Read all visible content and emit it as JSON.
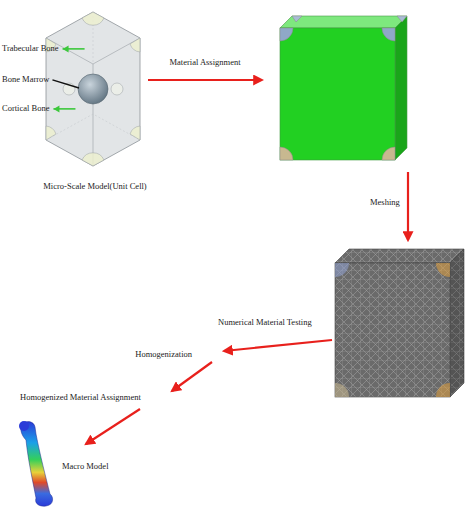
{
  "diagram": {
    "labels": [
      "Trabecular Bone",
      "Bone Marrow",
      "Cortical Bone",
      "Micro-Scale Model(Unit Cell)",
      "Material Assignment",
      "Meshing",
      "Numerical Material Testing",
      "Homogenization",
      "Homogenized Material Assignment",
      "Macro Model"
    ]
  }
}
